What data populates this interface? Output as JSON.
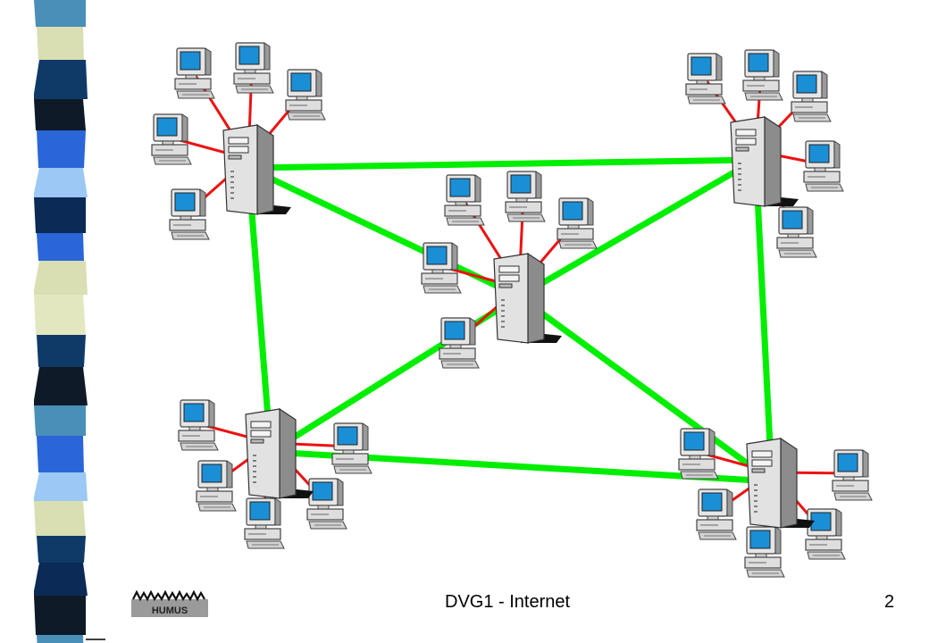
{
  "slide": {
    "footer_title": "DVG1 - Internet",
    "page_number": "2"
  },
  "logo": {
    "name": "institution-logo",
    "text": "HUMUS"
  },
  "colors": {
    "backbone_link": "#00ee00",
    "client_link": "#ee1111",
    "monitor_screen": "#1a8fd6",
    "band_palette": [
      "#4a8fb8",
      "#d9dfb3",
      "#0f3a68",
      "#0e1a28",
      "#2a66d8",
      "#9cc8f5",
      "#0b2a56",
      "#e3e7c0"
    ]
  },
  "network": {
    "servers": [
      {
        "id": "server-top-left"
      },
      {
        "id": "server-top-right"
      },
      {
        "id": "server-center"
      },
      {
        "id": "server-bottom-left"
      },
      {
        "id": "server-bottom-right"
      }
    ],
    "backbone_links": [
      {
        "from": "server-top-left",
        "to": "server-top-right"
      },
      {
        "from": "server-top-left",
        "to": "server-center"
      },
      {
        "from": "server-top-left",
        "to": "server-bottom-left"
      },
      {
        "from": "server-top-right",
        "to": "server-center"
      },
      {
        "from": "server-top-right",
        "to": "server-bottom-right"
      },
      {
        "from": "server-center",
        "to": "server-bottom-left"
      },
      {
        "from": "server-center",
        "to": "server-bottom-right"
      },
      {
        "from": "server-bottom-left",
        "to": "server-bottom-right"
      }
    ],
    "workstations_per_server": [
      5,
      5,
      5,
      5,
      5
    ]
  }
}
